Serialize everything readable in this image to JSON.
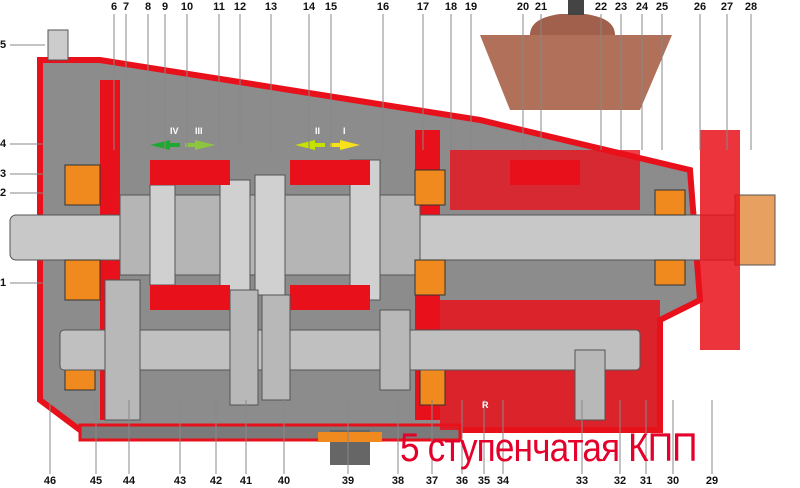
{
  "title": "5 ступенчатая КПП",
  "colors": {
    "housing": "#8c8c8c",
    "section": "#e8101a",
    "bearing": "#f08a1e",
    "bell": "#b0705a",
    "shaft": "#c8c8c8"
  },
  "gear_marks": [
    "IV",
    "III",
    "II",
    "I",
    "R"
  ],
  "callouts_top": [
    "6",
    "7",
    "8",
    "9",
    "10",
    "11",
    "12",
    "13",
    "14",
    "15",
    "16",
    "17",
    "18",
    "19",
    "20",
    "21",
    "22",
    "23",
    "24",
    "25",
    "26",
    "27",
    "28"
  ],
  "callouts_left": [
    "5",
    "4",
    "3",
    "2",
    "1"
  ],
  "callouts_bottom": [
    "46",
    "45",
    "44",
    "43",
    "42",
    "41",
    "40",
    "39",
    "38",
    "37",
    "36",
    "35",
    "34",
    "33",
    "32",
    "31",
    "30",
    "29"
  ]
}
